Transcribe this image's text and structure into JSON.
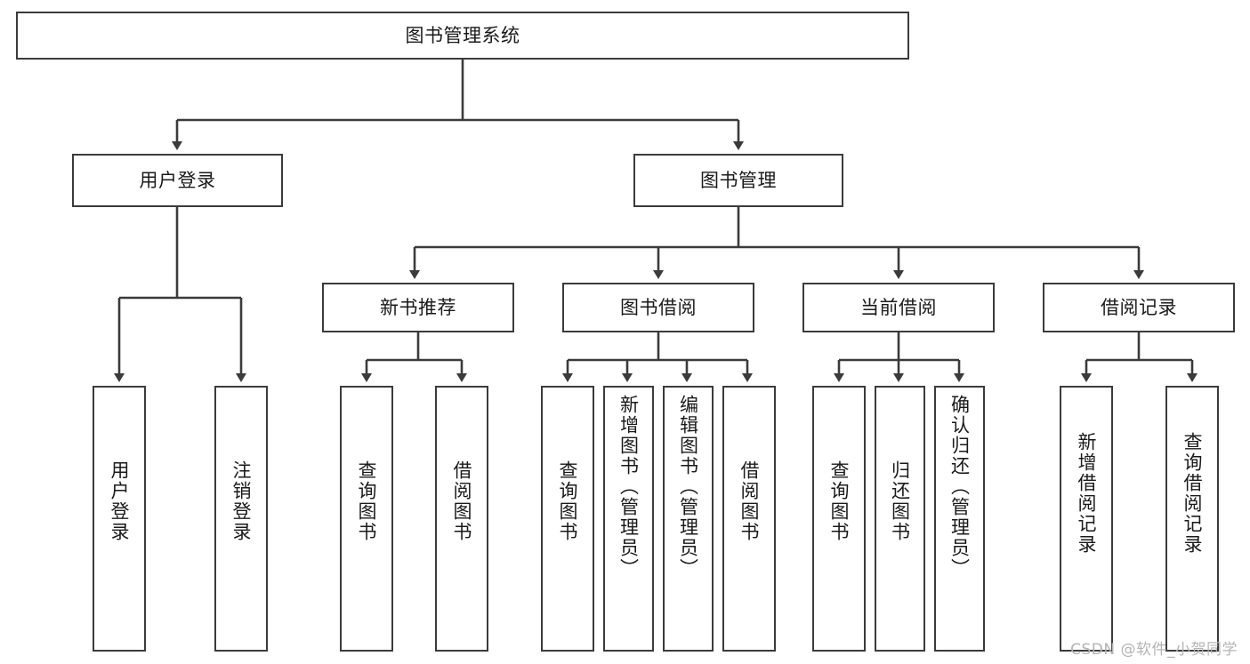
{
  "diagram": {
    "title": "图书管理系统",
    "type": "功能结构图",
    "root": {
      "label": "图书管理系统"
    },
    "level1": [
      {
        "label": "用户登录"
      },
      {
        "label": "图书管理"
      }
    ],
    "level2": [
      {
        "label": "新书推荐"
      },
      {
        "label": "图书借阅"
      },
      {
        "label": "当前借阅"
      },
      {
        "label": "借阅记录"
      }
    ],
    "leaves": {
      "user_login": [
        {
          "label": "用户登录"
        },
        {
          "label": "注销登录"
        }
      ],
      "new_book": [
        {
          "label": "查询图书"
        },
        {
          "label": "借阅图书"
        }
      ],
      "book_borrow": [
        {
          "label": "查询图书"
        },
        {
          "label": "新增图书（管理员）"
        },
        {
          "label": "编辑图书（管理员）"
        },
        {
          "label": "借阅图书"
        }
      ],
      "current_borrow": [
        {
          "label": "查询图书"
        },
        {
          "label": "归还图书"
        },
        {
          "label": "确认归还（管理员）"
        }
      ],
      "borrow_record": [
        {
          "label": "新增借阅记录"
        },
        {
          "label": "查询借阅记录"
        }
      ]
    }
  },
  "colors": {
    "stroke": "#3b3b3b",
    "text": "#1a1a1a",
    "background": "#ffffff",
    "watermark": "#b4b4b4"
  },
  "watermark": {
    "text": "CSDN @软件_小贺同学"
  }
}
